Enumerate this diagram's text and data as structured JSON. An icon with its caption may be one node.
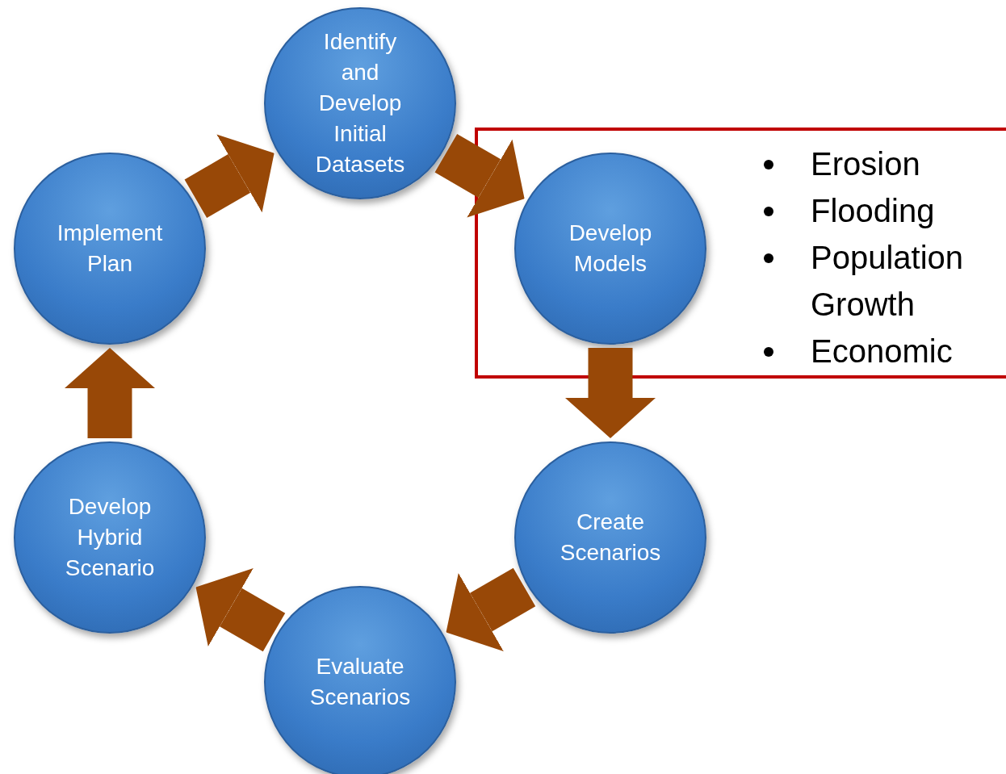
{
  "diagram": {
    "nodes": [
      {
        "text": [
          "Identify and Develop Initial Datasets"
        ]
      },
      {
        "text": [
          "Erosion",
          "Flooding",
          "Population Growth",
          "Economic"
        ]
      },
      {
        "text": [
          "Develop Models"
        ],
        "in": 1
      },
      {
        "text": [
          "Create Scenarios"
        ]
      },
      {
        "text": [
          "Evaluate Scenarios"
        ]
      },
      {
        "text": [
          "Develop Hybrid Scenario"
        ]
      },
      {
        "text": [
          "Implement Plan"
        ]
      }
    ],
    "edges": [
      {
        "from": 0,
        "to": 2,
        "arrow": "to"
      },
      {
        "from": 2,
        "to": 3,
        "arrow": "to"
      },
      {
        "from": 3,
        "to": 4,
        "arrow": "to"
      },
      {
        "from": 4,
        "to": 5,
        "arrow": "to"
      },
      {
        "from": 5,
        "to": 6,
        "arrow": "to"
      },
      {
        "from": 6,
        "to": 0,
        "arrow": "to"
      }
    ]
  }
}
